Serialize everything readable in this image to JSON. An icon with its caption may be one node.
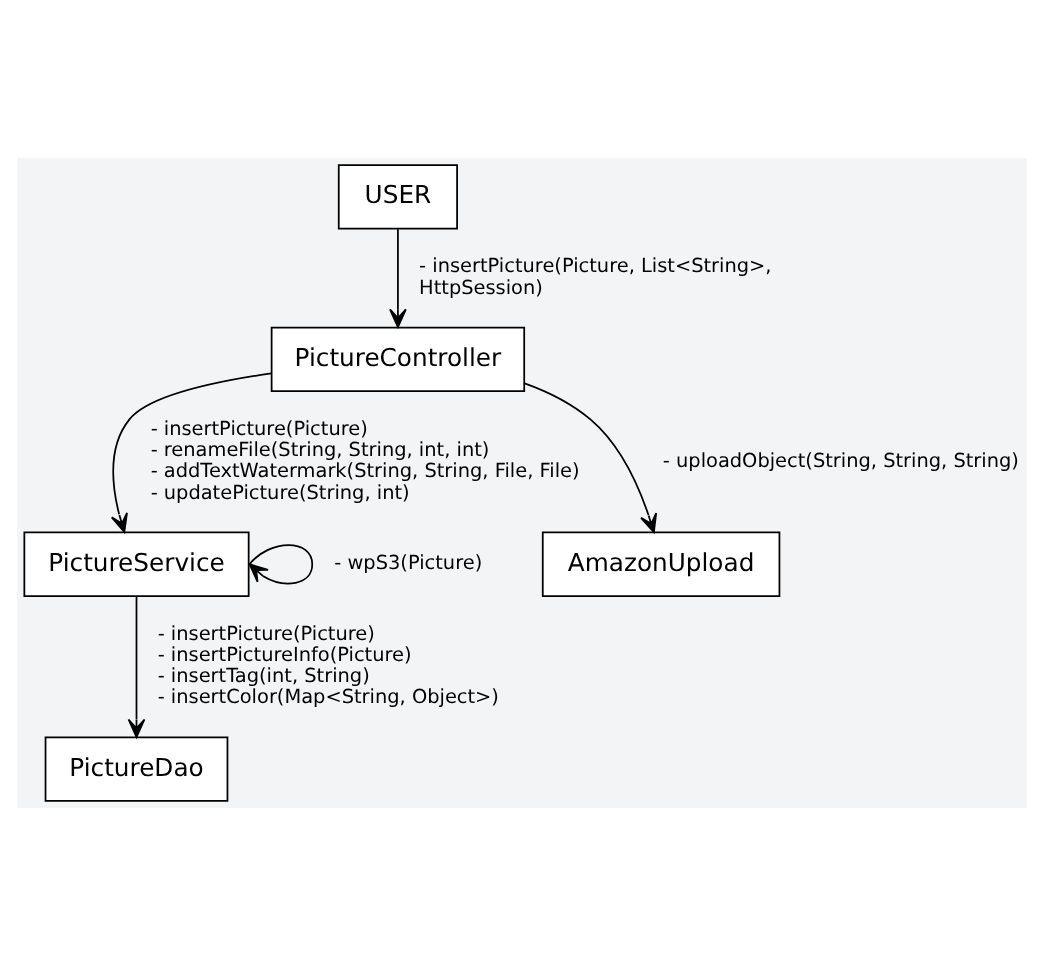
{
  "diagram": {
    "nodes": [
      {
        "text": [
          "USER"
        ]
      },
      {
        "text": [
          "PictureController"
        ]
      },
      {
        "text": [
          "PictureService"
        ]
      },
      {
        "text": [
          "PictureDao"
        ]
      },
      {
        "text": [
          "AmazonUpload"
        ]
      }
    ],
    "edges": [
      {
        "from": 0,
        "to": 1,
        "arrow": "to",
        "label": "- insertPicture(Picture, List<String>, HttpSession)"
      },
      {
        "from": 1,
        "to": 2,
        "arrow": "to",
        "label": "- insertPicture(Picture) - renameFile(String, String, int, int) - addTextWatermark(String, String, File, File) - updatePicture(String, int)"
      },
      {
        "from": 2,
        "to": 2,
        "arrow": "to",
        "label": "- wpS3(Picture)"
      },
      {
        "from": 2,
        "to": 3,
        "arrow": "to",
        "label": "- insertPicture(Picture) - insertPictureInfo(Picture) - insertTag(int, String) - insertColor(Map<String, Object>)"
      },
      {
        "from": 1,
        "to": 4,
        "arrow": "to",
        "label": "- uploadObject(String, String, String)"
      }
    ]
  }
}
